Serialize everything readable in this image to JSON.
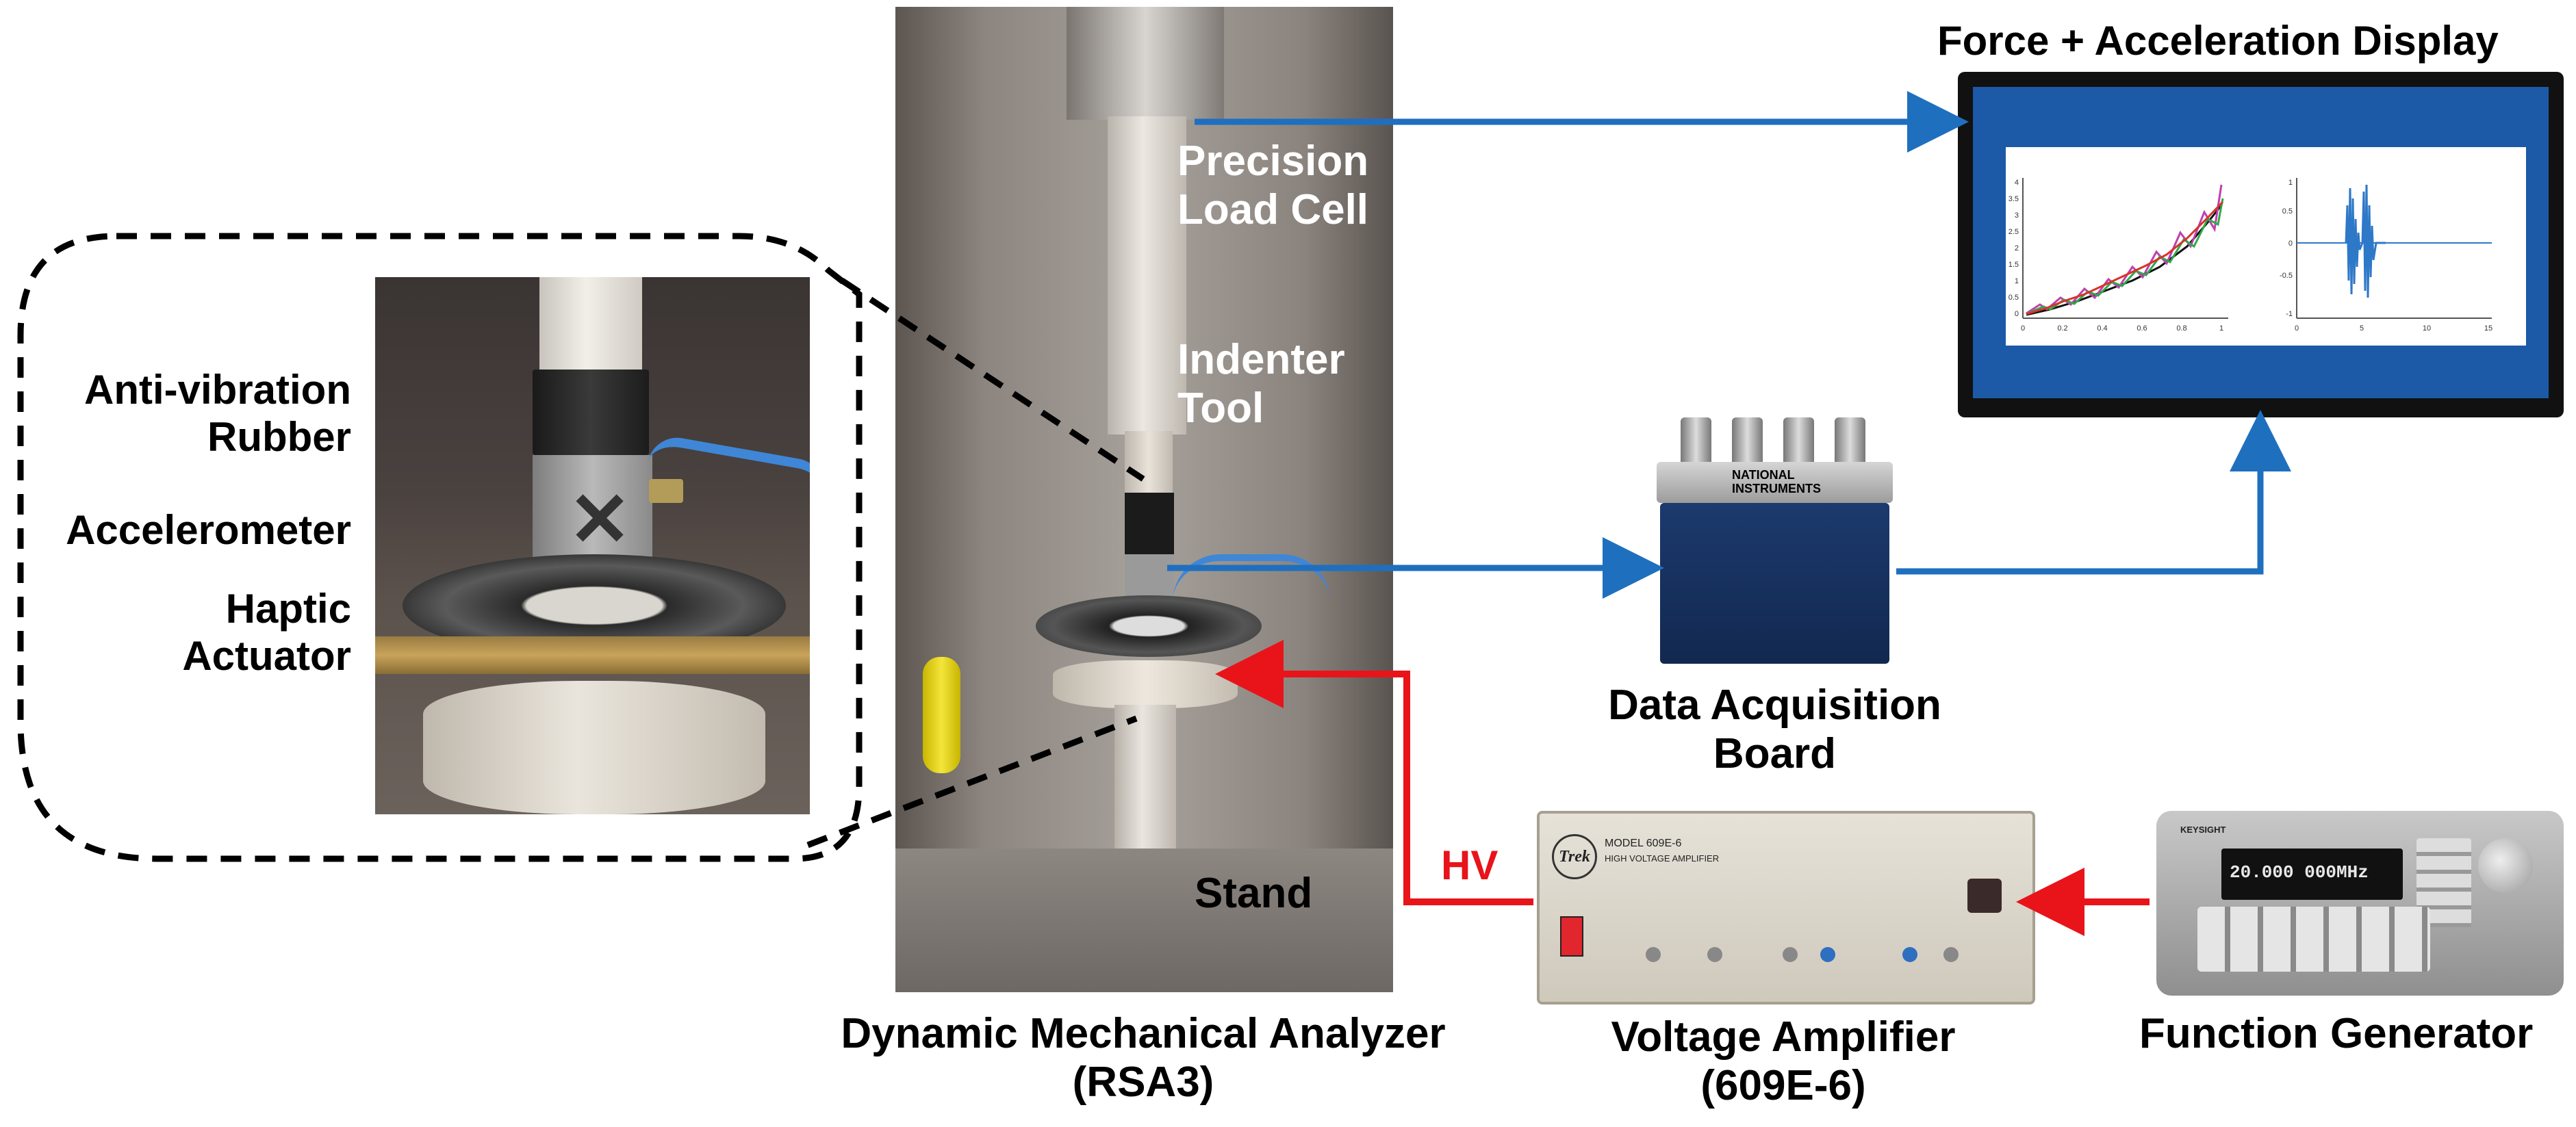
{
  "labels": {
    "force_display": "Force + Acceleration Display",
    "load_cell": "Precision\nLoad Cell",
    "indenter": "Indenter\nTool",
    "stand": "Stand",
    "anti_vibration": "Anti-vibration\nRubber",
    "accelerometer": "Accelerometer",
    "haptic": "Haptic\nActuator",
    "daq": "Data Acquisition\nBoard",
    "hv": "HV",
    "dma": "Dynamic Mechanical Analyzer\n(RSA3)",
    "amplifier": "Voltage Amplifier\n(609E-6)",
    "function_generator": "Function Generator"
  },
  "devices": {
    "daq_brand": "NATIONAL\nINSTRUMENTS",
    "amp_logo": "Trek",
    "amp_model": "MODEL 609E-6",
    "amp_subtitle": "HIGH VOLTAGE AMPLIFIER",
    "fg_brand": "KEYSIGHT",
    "fg_freq": "20.000 000MHz"
  },
  "colors": {
    "signal_blue": "#1f6fbf",
    "hv_red": "#e8141a",
    "monitor_blue": "#1c5aa8"
  },
  "force_plot": {
    "x_ticks": [
      "0",
      "0.2",
      "0.4",
      "0.6",
      "0.8",
      "1"
    ],
    "y_ticks": [
      "4",
      "3.5",
      "3",
      "2.5",
      "2",
      "1.5",
      "1",
      "0.5",
      "0"
    ]
  },
  "accel_plot": {
    "x_ticks": [
      "0",
      "5",
      "10",
      "15"
    ],
    "y_ticks": [
      "1",
      "0.5",
      "0",
      "-0.5",
      "-1"
    ]
  }
}
